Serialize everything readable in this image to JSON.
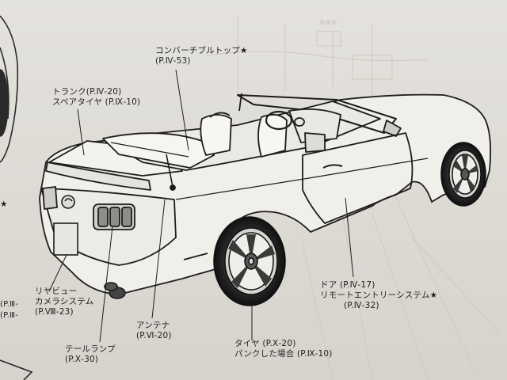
{
  "labels": {
    "convertible_top": {
      "name": "コンバーチブルトップ★",
      "ref": "(P.Ⅳ-53)"
    },
    "trunk": {
      "name": "トランク(P.Ⅳ-20)",
      "spare": "スペアタイヤ (P.Ⅸ-10)"
    },
    "rearview_camera": {
      "line1": "リヤビュー",
      "line2": "カメラシステム",
      "ref": "(P.Ⅷ-23)"
    },
    "antenna": {
      "name": "アンテナ",
      "ref": "(P.Ⅵ-20)"
    },
    "tail_lamp": {
      "name": "テールランプ",
      "ref": "(P.Ⅹ-30)"
    },
    "tire": {
      "name": "タイヤ (P.Ⅹ-20)",
      "flat": "パンクした場合 (P.Ⅸ-10)"
    },
    "door": {
      "name": "ドア (P.Ⅳ-17)",
      "remote": "リモートエントリーシステム★",
      "ref": "(P.Ⅳ-32)"
    }
  },
  "left_margin_fragments": {
    "star": "★",
    "ref1": "(P.Ⅲ-",
    "ref2": "(P.Ⅲ-"
  }
}
